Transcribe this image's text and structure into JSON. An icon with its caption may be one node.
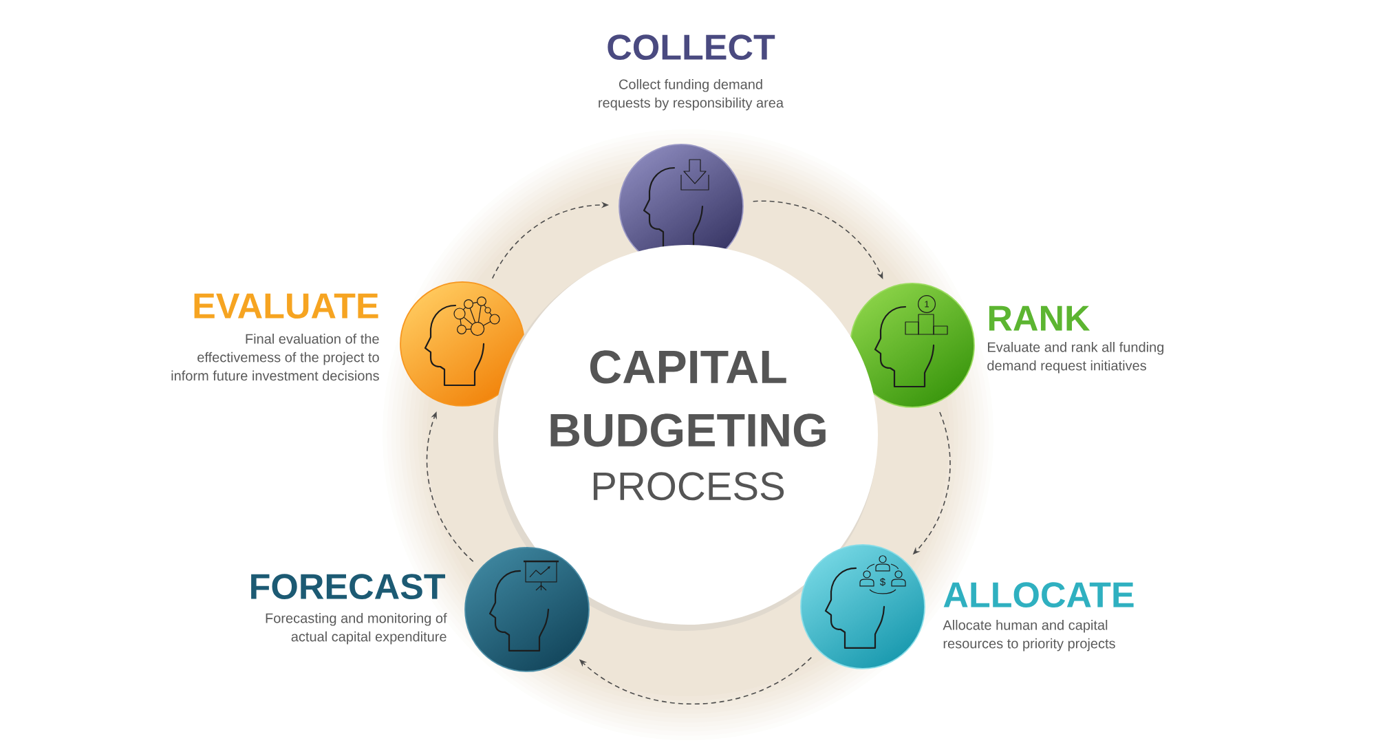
{
  "diagram": {
    "nodes": [
      {
        "text": [
          "COLLECT",
          "Collect funding demand requests by responsibility area"
        ]
      },
      {
        "text": [
          "EVALUATE",
          "Final evaluation of the effectivemess of the project to inform future investment decisions"
        ]
      },
      {
        "text": [
          "RANK",
          "Evaluate and rank all funding demand request initiatives"
        ]
      },
      {
        "text": [
          "CAPITAL BUDGETING",
          "PROCESS"
        ]
      },
      {
        "text": [
          "FORECAST",
          "Forecasting and monitoring of actual capital expenditure"
        ]
      },
      {
        "text": [
          "ALLOCATE",
          "Allocate human and capital resources to priority projects"
        ]
      }
    ],
    "edges": [
      {
        "from": 0,
        "to": 2,
        "arrow": "to",
        "style": "dashed"
      },
      {
        "from": 2,
        "to": 5,
        "arrow": "to",
        "style": "dashed"
      },
      {
        "from": 5,
        "to": 4,
        "arrow": "to",
        "style": "dashed"
      },
      {
        "from": 4,
        "to": 1,
        "arrow": "to",
        "style": "dashed"
      },
      {
        "from": 1,
        "to": 0,
        "arrow": "to",
        "style": "dashed"
      }
    ],
    "labels": [
      "1",
      "$"
    ]
  }
}
